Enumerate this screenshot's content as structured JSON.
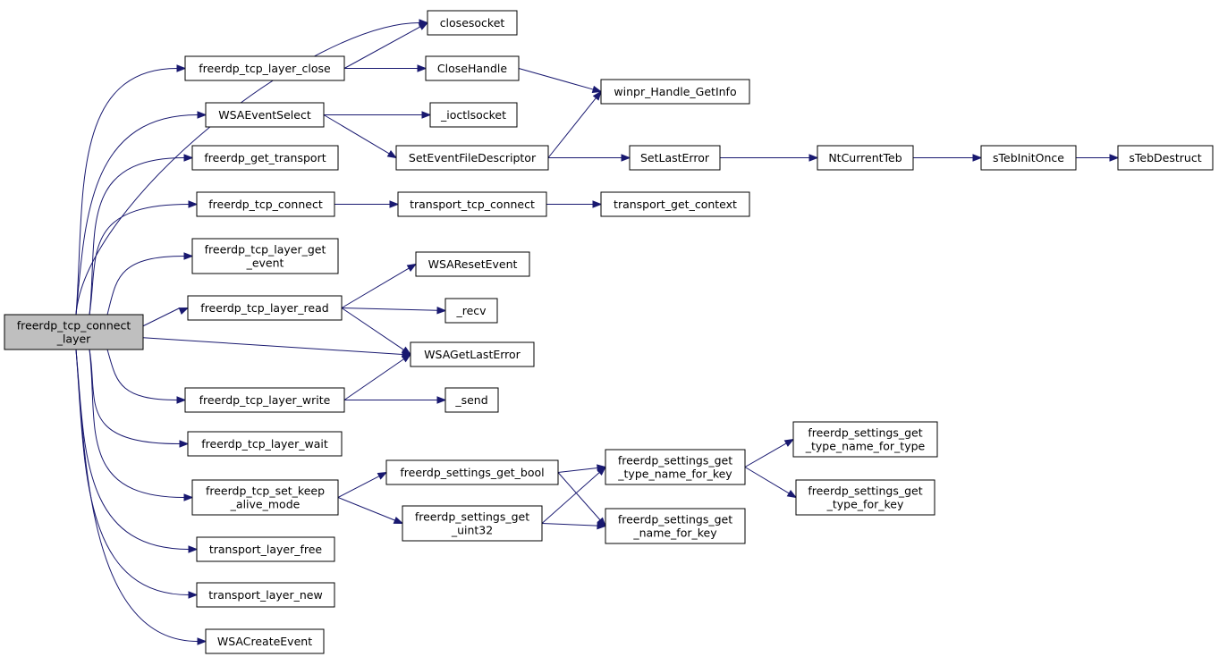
{
  "diagram": {
    "nodes": [
      {
        "id": "root",
        "label": [
          "freerdp_tcp_connect",
          "_layer"
        ],
        "root": true
      },
      {
        "id": "closesocket",
        "label": [
          "closesocket"
        ]
      },
      {
        "id": "layer_close",
        "label": [
          "freerdp_tcp_layer_close"
        ]
      },
      {
        "id": "closehandle",
        "label": [
          "CloseHandle"
        ]
      },
      {
        "id": "handle_getinfo",
        "label": [
          "winpr_Handle_GetInfo"
        ]
      },
      {
        "id": "wsaeventselect",
        "label": [
          "WSAEventSelect"
        ]
      },
      {
        "id": "ioctlsocket",
        "label": [
          "_ioctlsocket"
        ]
      },
      {
        "id": "seteventfd",
        "label": [
          "SetEventFileDescriptor"
        ]
      },
      {
        "id": "setlasterror",
        "label": [
          "SetLastError"
        ]
      },
      {
        "id": "ntcurrentteb",
        "label": [
          "NtCurrentTeb"
        ]
      },
      {
        "id": "stebinitonce",
        "label": [
          "sTebInitOnce"
        ]
      },
      {
        "id": "stebdestruct",
        "label": [
          "sTebDestruct"
        ]
      },
      {
        "id": "get_transport",
        "label": [
          "freerdp_get_transport"
        ]
      },
      {
        "id": "tcp_connect",
        "label": [
          "freerdp_tcp_connect"
        ]
      },
      {
        "id": "transport_tcp_connect",
        "label": [
          "transport_tcp_connect"
        ]
      },
      {
        "id": "transport_get_context",
        "label": [
          "transport_get_context"
        ]
      },
      {
        "id": "layer_get_event",
        "label": [
          "freerdp_tcp_layer_get",
          "_event"
        ]
      },
      {
        "id": "wsaresetevent",
        "label": [
          "WSAResetEvent"
        ]
      },
      {
        "id": "layer_read",
        "label": [
          "freerdp_tcp_layer_read"
        ]
      },
      {
        "id": "recv",
        "label": [
          "_recv"
        ]
      },
      {
        "id": "wsagetlasterror",
        "label": [
          "WSAGetLastError"
        ]
      },
      {
        "id": "layer_write",
        "label": [
          "freerdp_tcp_layer_write"
        ]
      },
      {
        "id": "send",
        "label": [
          "_send"
        ]
      },
      {
        "id": "layer_wait",
        "label": [
          "freerdp_tcp_layer_wait"
        ]
      },
      {
        "id": "keepalive",
        "label": [
          "freerdp_tcp_set_keep",
          "_alive_mode"
        ]
      },
      {
        "id": "get_bool",
        "label": [
          "freerdp_settings_get_bool"
        ]
      },
      {
        "id": "get_uint32",
        "label": [
          "freerdp_settings_get",
          "_uint32"
        ]
      },
      {
        "id": "type_name_for_key",
        "label": [
          "freerdp_settings_get",
          "_type_name_for_key"
        ]
      },
      {
        "id": "name_for_key",
        "label": [
          "freerdp_settings_get",
          "_name_for_key"
        ]
      },
      {
        "id": "type_name_for_type",
        "label": [
          "freerdp_settings_get",
          "_type_name_for_type"
        ]
      },
      {
        "id": "type_for_key",
        "label": [
          "freerdp_settings_get",
          "_type_for_key"
        ]
      },
      {
        "id": "layer_free",
        "label": [
          "transport_layer_free"
        ]
      },
      {
        "id": "layer_new",
        "label": [
          "transport_layer_new"
        ]
      },
      {
        "id": "wsacreateevent",
        "label": [
          "WSACreateEvent"
        ]
      }
    ],
    "edges": [
      [
        "root",
        "closesocket"
      ],
      [
        "root",
        "layer_close"
      ],
      [
        "root",
        "wsaeventselect"
      ],
      [
        "root",
        "get_transport"
      ],
      [
        "root",
        "tcp_connect"
      ],
      [
        "root",
        "layer_get_event"
      ],
      [
        "root",
        "layer_read"
      ],
      [
        "root",
        "wsagetlasterror"
      ],
      [
        "root",
        "layer_write"
      ],
      [
        "root",
        "layer_wait"
      ],
      [
        "root",
        "keepalive"
      ],
      [
        "root",
        "layer_free"
      ],
      [
        "root",
        "layer_new"
      ],
      [
        "root",
        "wsacreateevent"
      ],
      [
        "layer_close",
        "closesocket"
      ],
      [
        "layer_close",
        "closehandle"
      ],
      [
        "closehandle",
        "handle_getinfo"
      ],
      [
        "wsaeventselect",
        "ioctlsocket"
      ],
      [
        "wsaeventselect",
        "seteventfd"
      ],
      [
        "seteventfd",
        "handle_getinfo"
      ],
      [
        "seteventfd",
        "setlasterror"
      ],
      [
        "setlasterror",
        "ntcurrentteb"
      ],
      [
        "ntcurrentteb",
        "stebinitonce"
      ],
      [
        "stebinitonce",
        "stebdestruct"
      ],
      [
        "tcp_connect",
        "transport_tcp_connect"
      ],
      [
        "transport_tcp_connect",
        "transport_get_context"
      ],
      [
        "layer_read",
        "wsaresetevent"
      ],
      [
        "layer_read",
        "recv"
      ],
      [
        "layer_read",
        "wsagetlasterror"
      ],
      [
        "layer_write",
        "wsagetlasterror"
      ],
      [
        "layer_write",
        "send"
      ],
      [
        "keepalive",
        "get_bool"
      ],
      [
        "keepalive",
        "get_uint32"
      ],
      [
        "get_bool",
        "type_name_for_key"
      ],
      [
        "get_bool",
        "name_for_key"
      ],
      [
        "get_uint32",
        "type_name_for_key"
      ],
      [
        "get_uint32",
        "name_for_key"
      ],
      [
        "type_name_for_key",
        "type_name_for_type"
      ],
      [
        "type_name_for_key",
        "type_for_key"
      ]
    ]
  }
}
